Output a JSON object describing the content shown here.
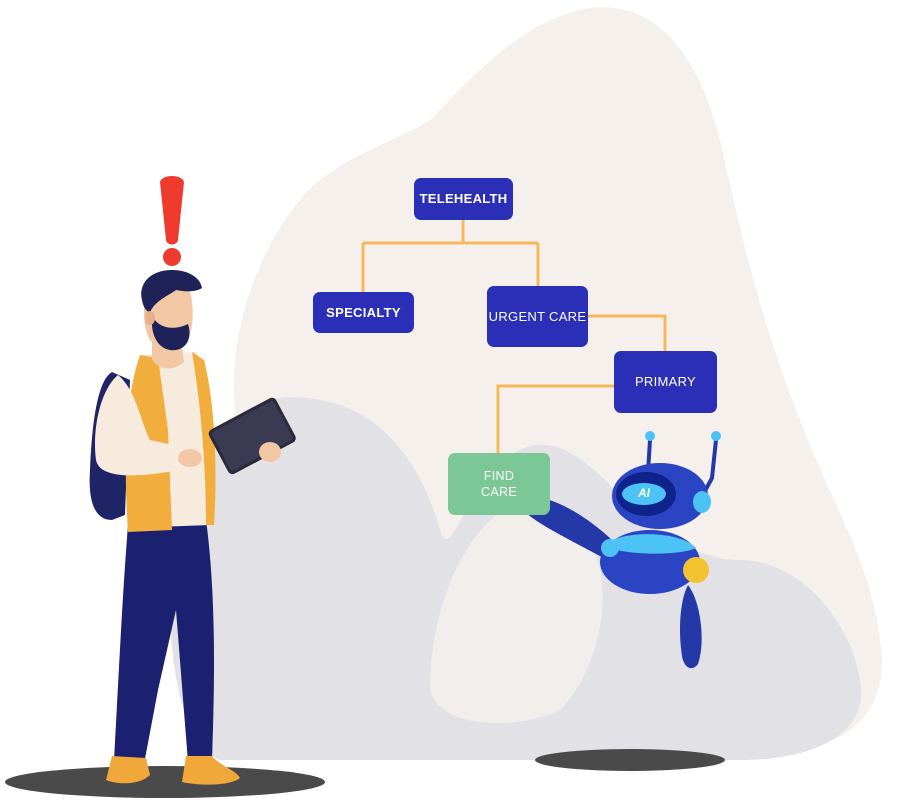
{
  "diagram": {
    "nodes": {
      "telehealth": "TELEHEALTH",
      "specialty": "SPECIALTY",
      "urgent_care": "URGENT CARE",
      "primary": "PRIMARY",
      "find_care_line1": "FIND",
      "find_care_line2": "CARE"
    },
    "robot_badge": "AI"
  },
  "colors": {
    "node_blue": "#2b2fb8",
    "node_green": "#7cc796",
    "connector": "#f6b85c",
    "alert_red": "#ef3b2d",
    "backdrop": "#f5f0eb"
  },
  "icons": [
    "exclamation-icon",
    "tablet-icon",
    "robot-icon",
    "backpack-icon"
  ]
}
